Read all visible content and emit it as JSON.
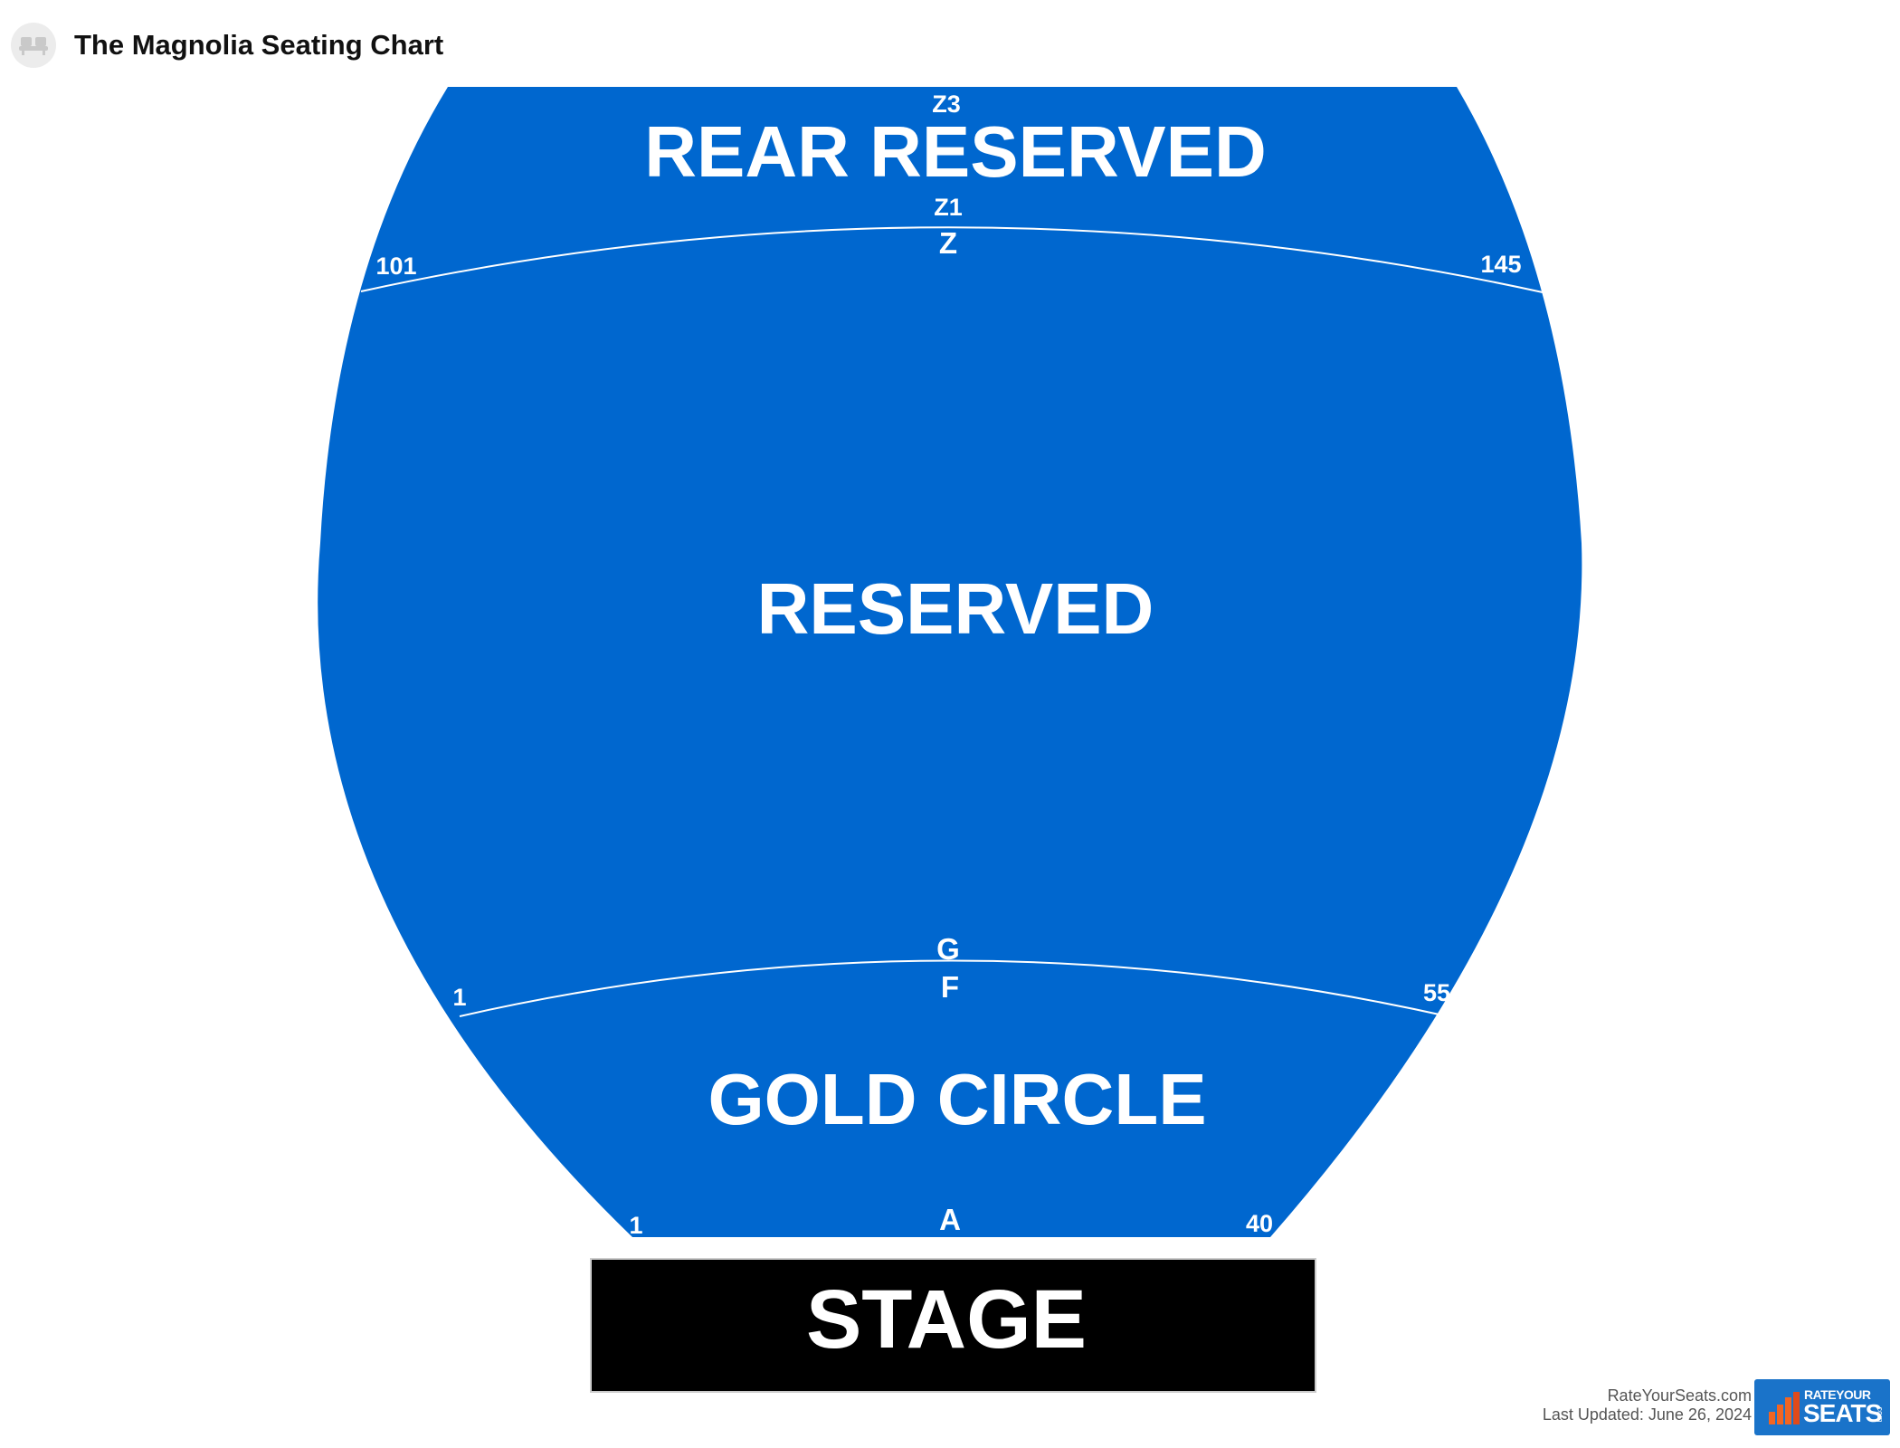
{
  "header": {
    "title": "The Magnolia Seating Chart",
    "icon": "seat-icon"
  },
  "colors": {
    "section": "#0067cf",
    "stage": "#000000",
    "label": "#ffffff",
    "logo_bg": "#1a73c9",
    "logo_bars": "#f26522"
  },
  "sections": {
    "rear_reserved": {
      "name": "REAR RESERVED",
      "row_top": "Z3",
      "row_bottom": "Z1"
    },
    "reserved": {
      "name": "RESERVED",
      "row_top": "Z",
      "row_bottom": "G",
      "seat_left": "101",
      "seat_right": "145"
    },
    "gold_circle": {
      "name": "GOLD CIRCLE",
      "row_top": "F",
      "row_bottom": "A",
      "seat_top_left": "1",
      "seat_top_right": "55",
      "seat_bottom_left": "1",
      "seat_bottom_right": "40"
    }
  },
  "stage": {
    "label": "STAGE"
  },
  "footer": {
    "site": "RateYourSeats.com",
    "updated": "Last Updated: June 26, 2024",
    "logo_line1": "RATEYOUR",
    "logo_line2": "SEATS",
    "logo_line3": ".com"
  }
}
